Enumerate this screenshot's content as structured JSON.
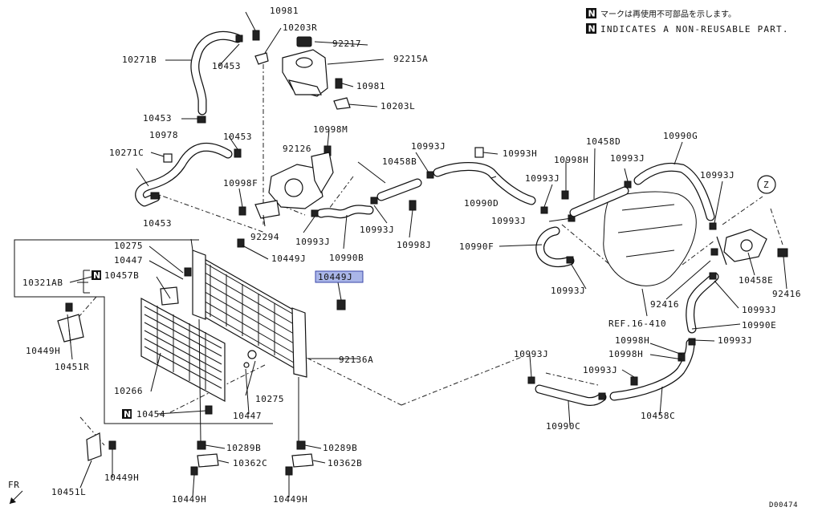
{
  "notes": {
    "jp": "マークは再使用不可部品を示します。",
    "en": "INDICATES A NON-REUSABLE PART.",
    "marker": "N"
  },
  "diagram_code": "D00474",
  "direction_label": "FR",
  "ref_label": "REF.16-410",
  "section_marker": "Z",
  "highlighted_part": "10449J",
  "labels": {
    "p10981a": "10981",
    "p10203r": "10203R",
    "p92217": "92217",
    "p92215a": "92215A",
    "p10271b": "10271B",
    "p10453a": "10453",
    "p10981b": "10981",
    "p10203l": "10203L",
    "p10453b": "10453",
    "p10998m": "10998M",
    "p10978": "10978",
    "p10453c": "10453",
    "p10993h": "10993H",
    "p92126": "92126",
    "p10993ja": "10993J",
    "p10458d": "10458D",
    "p10990g": "10990G",
    "p10271c": "10271C",
    "p10458b": "10458B",
    "p10998ha": "10998H",
    "p10993jb": "10993J",
    "p10998f": "10998F",
    "p10993jc": "10993J",
    "p10993jd": "10993J",
    "p10453d": "10453",
    "p10990d": "10990D",
    "p10993je": "10993J",
    "p92294": "92294",
    "p10993jf": "10993J",
    "p10993jg": "10993J",
    "p10998j": "10998J",
    "p10275a": "10275",
    "p10449ja": "10449J",
    "p10990b": "10990B",
    "p10990f": "10990F",
    "p10447a": "10447",
    "p10321ab": "10321AB",
    "p10457b": "10457B",
    "p10449jb": "10449J",
    "p10993jh": "10993J",
    "p10458e": "10458E",
    "p92416a": "92416",
    "p92416b": "92416",
    "p10993ji": "10993J",
    "p10990e": "10990E",
    "p10449ha": "10449H",
    "p10451r": "10451R",
    "p92136a": "92136A",
    "p10998hb": "10998H",
    "p10993jj": "10993J",
    "p10993jk": "10993J",
    "p10998hc": "10998H",
    "p10266": "10266",
    "p10275b": "10275",
    "p10993jl": "10993J",
    "p10447b": "10447",
    "p10454": "10454",
    "p10458c": "10458C",
    "p10990c": "10990C",
    "p10289ba": "10289B",
    "p10289bb": "10289B",
    "p10449hb": "10449H",
    "p10362c": "10362C",
    "p10362b": "10362B",
    "p10451l": "10451L",
    "p10449hc": "10449H",
    "p10449hd": "10449H"
  }
}
